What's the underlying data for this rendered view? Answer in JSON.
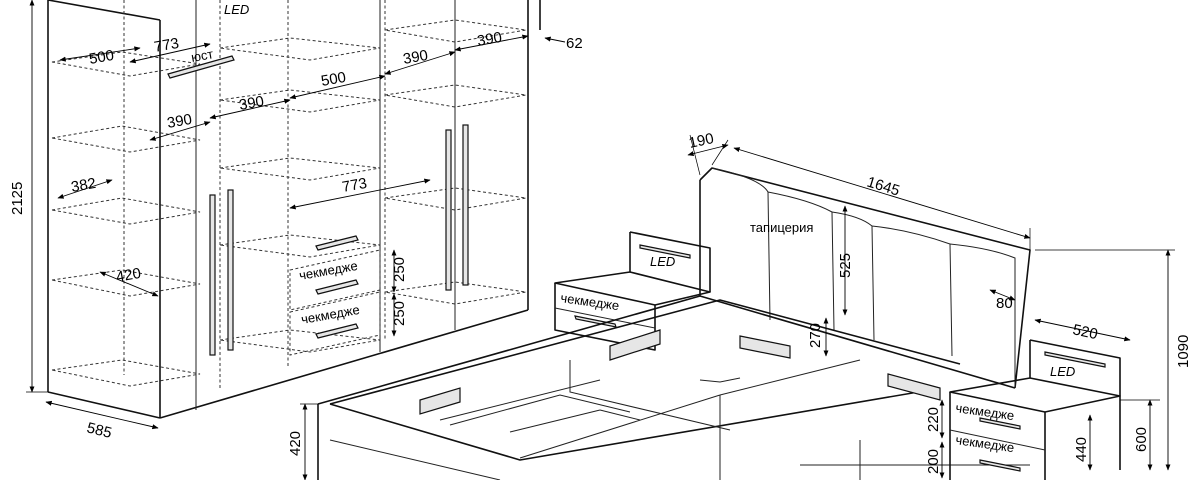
{
  "wardrobe": {
    "dimensions": {
      "height": "2125",
      "depth": "585",
      "top_depth": "500",
      "inner_width": "773",
      "rail_label": "юст",
      "led_label": "LED",
      "middle_shelf": "500",
      "section_390_a": "390",
      "section_390_b": "390",
      "section_390_c": "390",
      "side_62": "62",
      "shelf_382": "382",
      "shelf_420": "420",
      "inner_773": "773",
      "drawer_h1": "250",
      "drawer_h2": "250"
    },
    "labels": {
      "drawer_1": "чекмедже",
      "drawer_2": "чекмедже"
    }
  },
  "bed": {
    "dimensions": {
      "headboard_depth": "190",
      "width": "1645",
      "cushion_h": "525",
      "cushion_80": "80",
      "frame_270": "270",
      "bed_h": "420",
      "overall_h": "1090",
      "nightstand_w": "520",
      "nightstand_h": "600",
      "nightstand_440": "440",
      "drawer_220": "220",
      "drawer_200": "200"
    },
    "labels": {
      "upholstery": "тапицерия",
      "left_led": "LED",
      "right_led": "LED",
      "left_drawer": "чекмедже",
      "right_drawer_1": "чекмедже",
      "right_drawer_2": "чекмедже"
    }
  }
}
